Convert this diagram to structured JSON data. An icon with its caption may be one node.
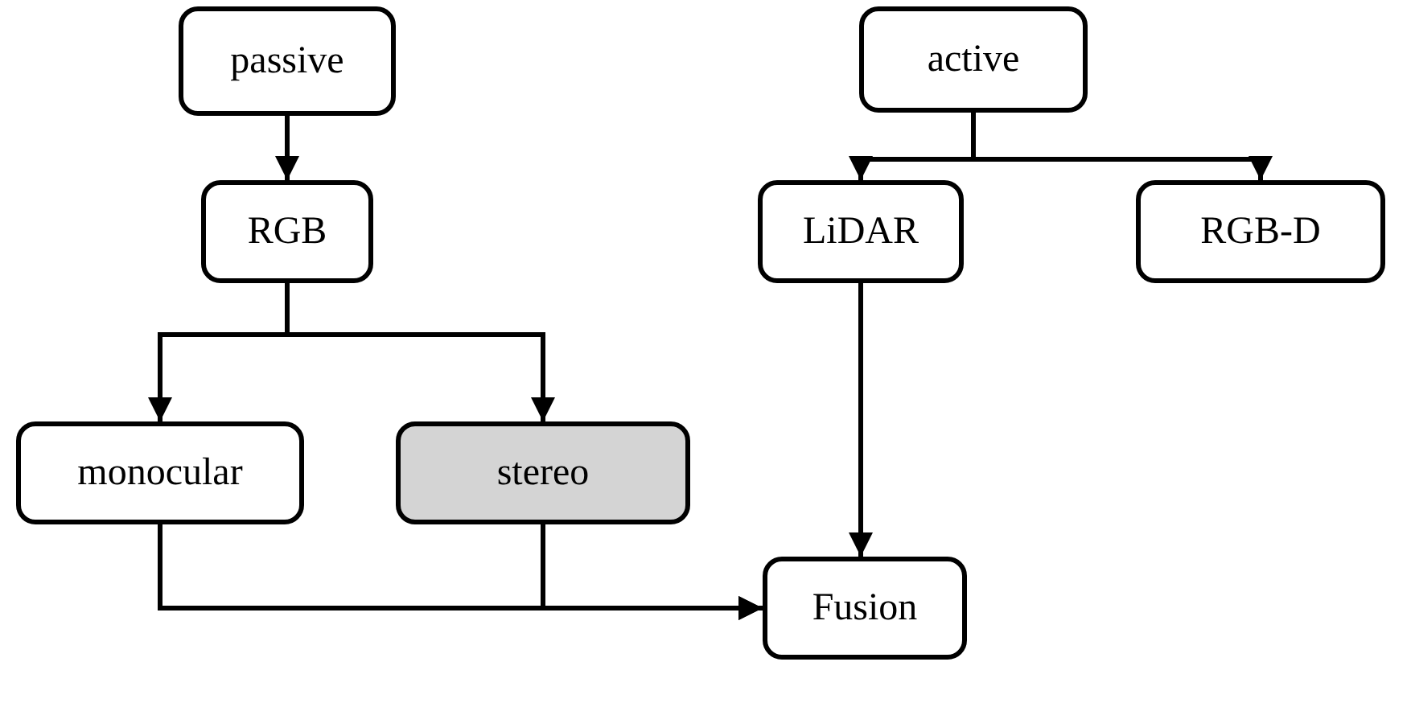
{
  "diagram": {
    "nodes": [
      {
        "text": [
          "passive"
        ]
      },
      {
        "text": [
          "RGB"
        ]
      },
      {
        "text": [
          "monocular"
        ]
      },
      {
        "text": [
          "stereo"
        ]
      },
      {
        "text": [
          "active"
        ]
      },
      {
        "text": [
          "LiDAR"
        ]
      },
      {
        "text": [
          "RGB-D"
        ]
      },
      {
        "text": [
          "Fusion"
        ]
      }
    ],
    "edges": [
      {
        "from": 0,
        "to": 1,
        "arrow": "to"
      },
      {
        "from": 1,
        "to": 2,
        "arrow": "to"
      },
      {
        "from": 1,
        "to": 3,
        "arrow": "to"
      },
      {
        "from": 4,
        "to": 5,
        "arrow": "to"
      },
      {
        "from": 4,
        "to": 6,
        "arrow": "to"
      },
      {
        "from": 5,
        "to": 7,
        "arrow": "to"
      },
      {
        "from": 2,
        "to": 7,
        "arrow": "to"
      },
      {
        "from": 3,
        "to": 7,
        "arrow": "to"
      }
    ]
  }
}
